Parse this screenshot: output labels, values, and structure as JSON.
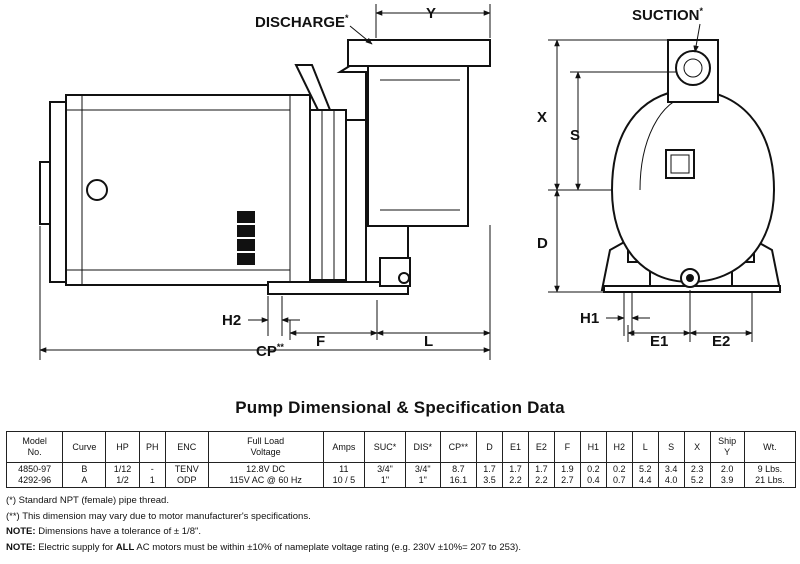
{
  "drawing": {
    "labels": {
      "discharge": "DISCHARGE",
      "suction": "SUCTION",
      "asterisk": "*",
      "y": "Y",
      "x": "X",
      "s": "S",
      "d": "D",
      "h1": "H1",
      "h2": "H2",
      "e1": "E1",
      "e2": "E2",
      "f": "F",
      "l": "L",
      "cp": "CP",
      "double_asterisk": "**"
    }
  },
  "title": "Pump Dimensional & Specification Data",
  "table": {
    "headers": [
      [
        "Model",
        "No."
      ],
      [
        "Curve"
      ],
      [
        "HP"
      ],
      [
        "PH"
      ],
      [
        "ENC"
      ],
      [
        "Full Load",
        "Voltage"
      ],
      [
        "Amps"
      ],
      [
        "SUC*"
      ],
      [
        "DIS*"
      ],
      [
        "CP**"
      ],
      [
        "D"
      ],
      [
        "E1"
      ],
      [
        "E2"
      ],
      [
        "F"
      ],
      [
        "H1"
      ],
      [
        "H2"
      ],
      [
        "L"
      ],
      [
        "S"
      ],
      [
        "X"
      ],
      [
        "Ship",
        "Y"
      ],
      [
        "Wt."
      ]
    ],
    "rows": [
      [
        "4850-97",
        "B",
        "1/12",
        "-",
        "TENV",
        "12.8V DC",
        "11",
        "3/4\"",
        "3/4\"",
        "8.7",
        "1.7",
        "1.7",
        "1.7",
        "1.9",
        "0.2",
        "0.2",
        "5.2",
        "3.4",
        "2.3",
        "2.0",
        "9 Lbs."
      ],
      [
        "4292-96",
        "A",
        "1/2",
        "1",
        "ODP",
        "115V AC @ 60 Hz",
        "10 / 5",
        "1\"",
        "1\"",
        "16.1",
        "3.5",
        "2.2",
        "2.2",
        "2.7",
        "0.4",
        "0.7",
        "4.4",
        "4.0",
        "5.2",
        "3.9",
        "21 Lbs."
      ]
    ]
  },
  "notes": {
    "n1": "(*) Standard NPT (female) pipe thread.",
    "n2": "(**) This dimension may vary due to motor manufacturer's specifications.",
    "n3_label": "NOTE:",
    "n3_text": " Dimensions have a tolerance of ± 1/8\".",
    "n4_label": "NOTE:",
    "n4_pre": " Electric supply for ",
    "n4_bold": "ALL",
    "n4_post": " AC motors must be within ±10% of nameplate voltage rating (e.g. 230V ±10%= 207 to 253)."
  }
}
